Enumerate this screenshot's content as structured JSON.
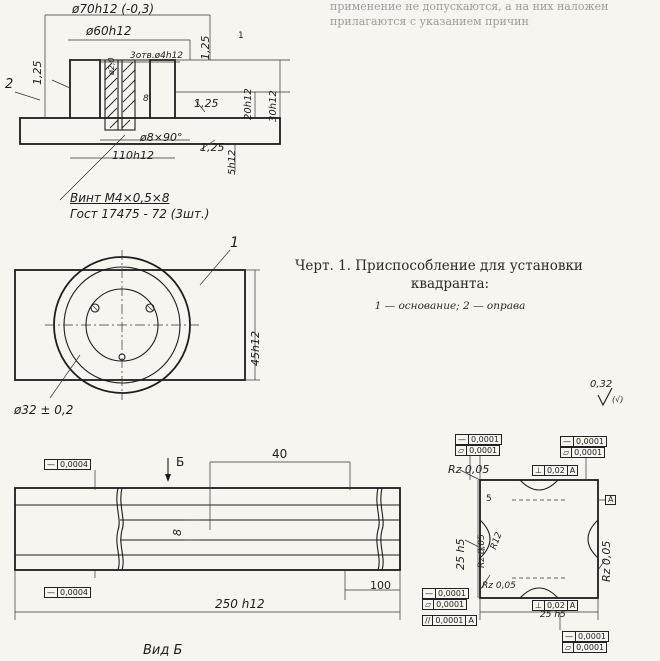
{
  "header_fragment": {
    "line1": "применение не допускаются, а на них наложен",
    "line2": "прилагаются с указанием причин"
  },
  "caption": {
    "title": "Черт. 1. Приспособление для установки",
    "title2": "квадранта:",
    "legend": "1 — основание;  2 — оправа"
  },
  "part_numbers": {
    "base": "1",
    "mandrel": "2"
  },
  "top_view_dims": {
    "d70": "ø70h12 (-0,3)",
    "d60": "ø60h12",
    "thread": "3отв.ø4h12",
    "h20": "20h12",
    "h30": "30h12",
    "w110": "110h12",
    "h5": "5h12",
    "chamfer": "ø8×90°",
    "r125a": "1,25",
    "r125b": "1,25",
    "r125c": "1,25",
    "r125d": "1,25",
    "d020": "ø2,0",
    "dim8": "8",
    "mark1": "1"
  },
  "screw_note": {
    "line1": "Винт М4×0,5×8",
    "line2": "Гост 17475 - 72 (3шт.)"
  },
  "plan_view_dims": {
    "h45": "45h12",
    "d32": "ø32 ± 0,2"
  },
  "roughness_general": {
    "value": "0,32",
    "mark": "(√)"
  },
  "shaft_view": {
    "view_arrow": "Б",
    "len40": "40",
    "dim8": "8",
    "len100": "100",
    "len250": "250 h12",
    "view_label": "Вид Б",
    "tol_flat_top": [
      "—",
      "0,0004"
    ],
    "tol_flat_bottom": [
      "—",
      "0,0004"
    ]
  },
  "section_view": {
    "rz_top": "Rz 0,05",
    "rz_mid": "Rz 0,05",
    "rz_bottom": "Rz 0,05",
    "rz_right": "Rz 0,05",
    "r12": "R12",
    "dim5": "5",
    "h25": "25 h5",
    "w25": "25 h5",
    "datum": "A",
    "tol_tl_1": [
      "—",
      "0,0001"
    ],
    "tol_tl_2": [
      "▱",
      "0,0001"
    ],
    "tol_tr_1": [
      "—",
      "0,0001"
    ],
    "tol_tr_2": [
      "▱",
      "0,0001"
    ],
    "tol_perp_top": [
      "⊥",
      "0,02",
      "A"
    ],
    "tol_perp_bottom": [
      "⊥",
      "0,02",
      "A"
    ],
    "tol_bl_1": [
      "—",
      "0,0001"
    ],
    "tol_bl_2": [
      "▱",
      "0,0001"
    ],
    "tol_parallel": [
      "//",
      "0,0001",
      "A"
    ],
    "tol_br_1": [
      "—",
      "0,0001"
    ],
    "tol_br_2": [
      "▱",
      "0,0001"
    ]
  }
}
